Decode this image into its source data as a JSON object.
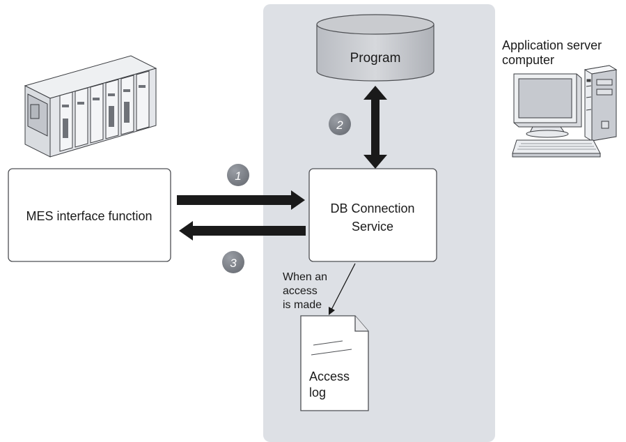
{
  "diagram": {
    "program_label": "Program",
    "server_label_line1": "Application server",
    "server_label_line2": "computer",
    "mes_box_label": "MES interface function",
    "db_box_line1": "DB Connection",
    "db_box_line2": "Service",
    "access_note": [
      "When an",
      "access",
      "is made"
    ],
    "log_label_line1": "Access",
    "log_label_line2": "log",
    "step_numbers": [
      "1",
      "2",
      "3"
    ]
  },
  "colors": {
    "server_panel": "#dde0e5",
    "step_badge": "#7a7e85",
    "arrow": "#1a1a1a"
  }
}
